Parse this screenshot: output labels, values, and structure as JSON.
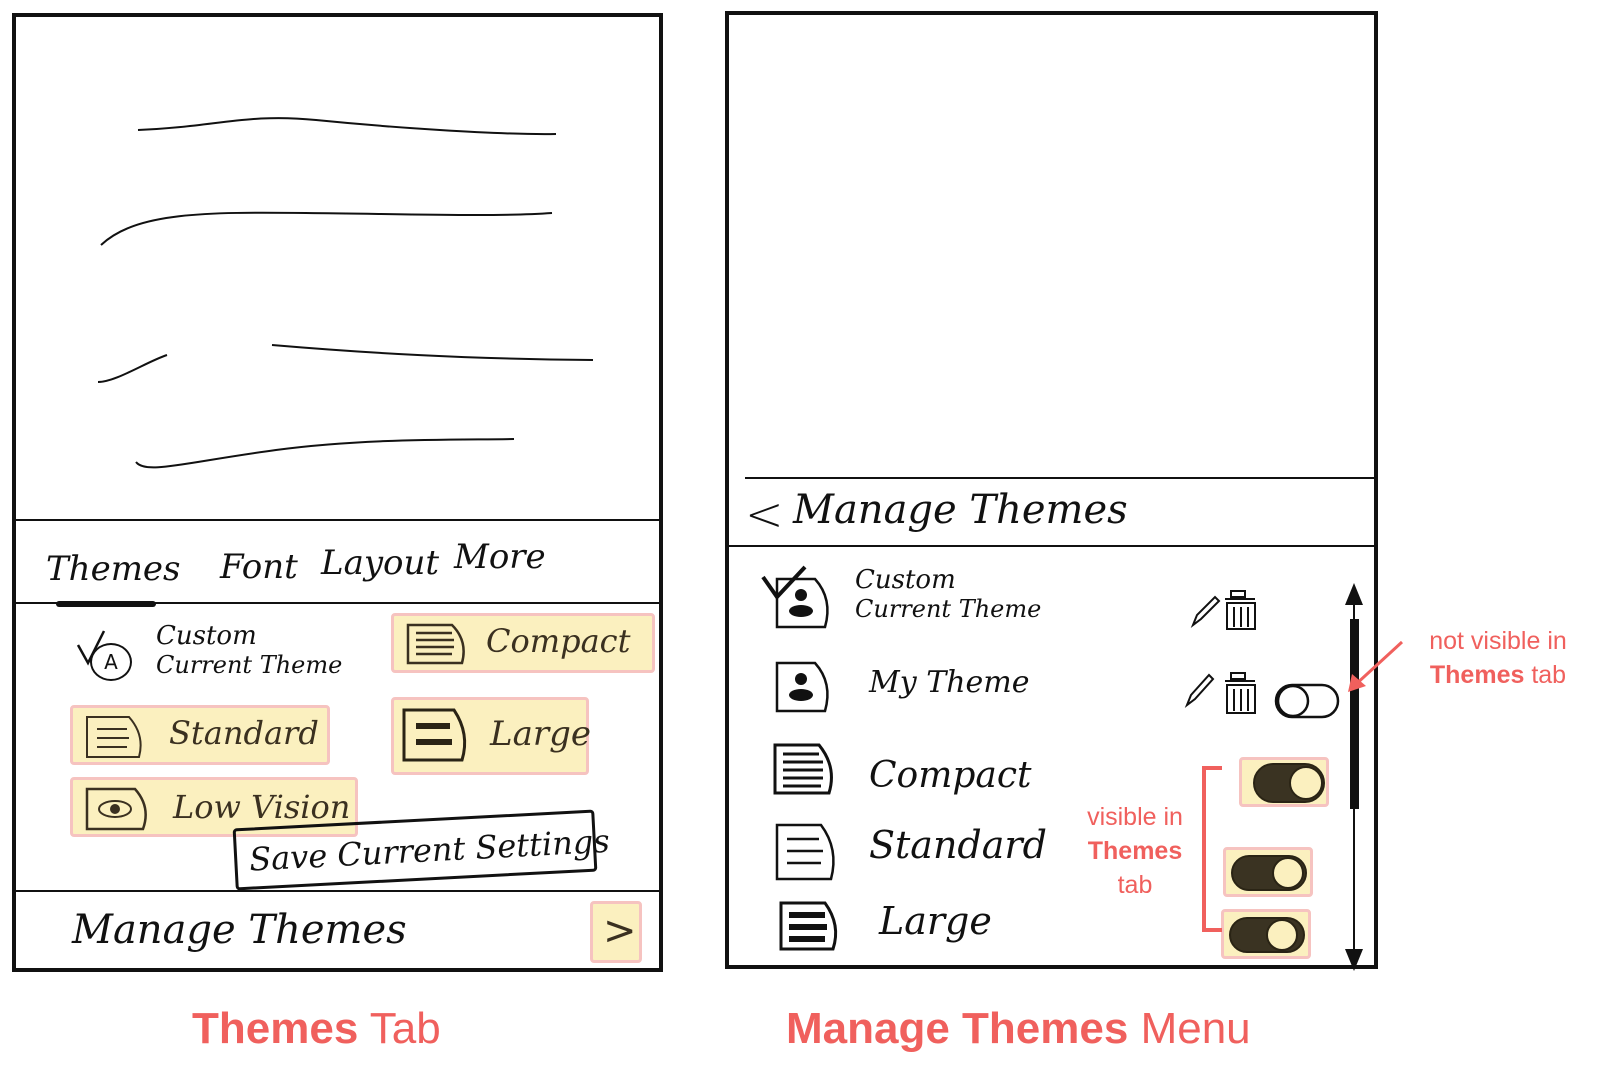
{
  "left": {
    "tabs": [
      "Themes",
      "Font",
      "Layout",
      "More"
    ],
    "themes": {
      "custom_title": "Custom",
      "custom_subtitle": "Current Theme",
      "custom_badge": "A",
      "compact": "Compact",
      "standard": "Standard",
      "large": "Large",
      "low_vision": "Low Vision"
    },
    "save_button": "Save Current Settings",
    "manage_label": "Manage Themes",
    "manage_arrow": ">"
  },
  "right": {
    "back_arrow": "<",
    "title": "Manage Themes",
    "items": {
      "custom_title": "Custom",
      "custom_subtitle": "Current Theme",
      "my_theme": "My Theme",
      "compact": "Compact",
      "standard": "Standard",
      "large": "Large"
    }
  },
  "annotations": {
    "not_visible_line1": "not visible in",
    "not_visible_bold": "Themes",
    "not_visible_suffix": "tab",
    "visible_line1": "visible in",
    "visible_bold": "Themes",
    "visible_line3": "tab"
  },
  "captions": {
    "left_bold": "Themes",
    "left_rest": "Tab",
    "right_bold": "Manage Themes",
    "right_rest": "Menu"
  },
  "colors": {
    "accent": "#f0605d",
    "highlight_fill": "#fbf0bf",
    "highlight_border": "#f6c3c0",
    "bracket": "#f0605d"
  }
}
